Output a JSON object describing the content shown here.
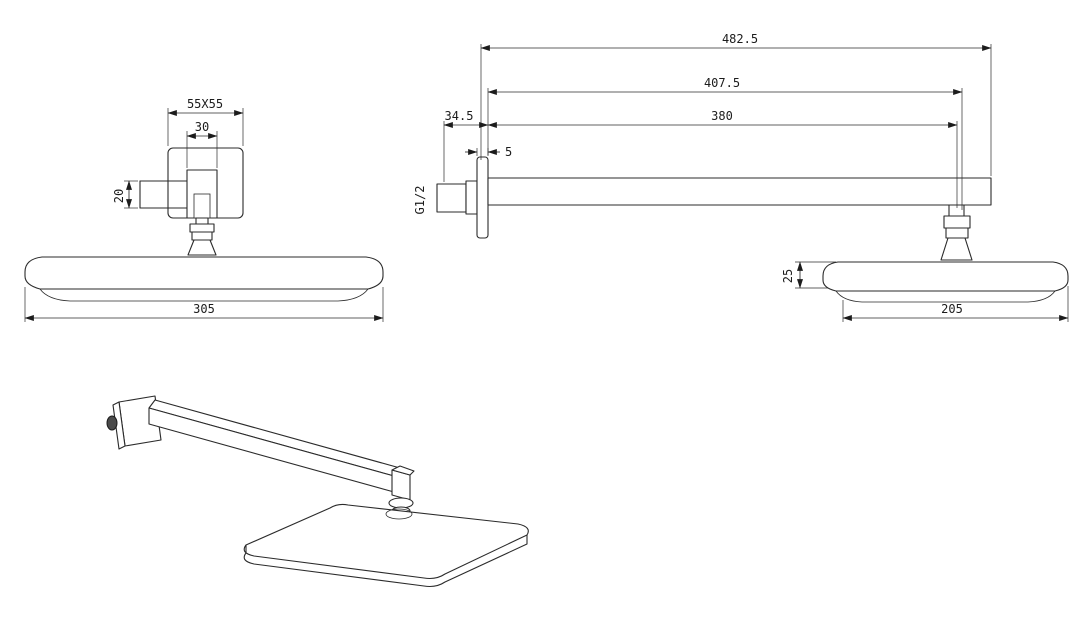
{
  "meta": {
    "background": "#ffffff",
    "line_color": "#2b2b2b",
    "drawing_type": "shower head with wall arm - dimensioned technical drawing"
  },
  "front_view": {
    "name": "front-view",
    "dims": {
      "plate": "55X55",
      "inner_width": "30",
      "arm_height": "20",
      "head_width": "305"
    }
  },
  "side_view": {
    "name": "side-view",
    "dims": {
      "overall_length": "482.5",
      "to_joint_length": "407.5",
      "arm_length": "380",
      "thread_length": "34.5",
      "flange_thickness": "5",
      "thread_size": "G1/2",
      "head_height": "25",
      "head_depth": "205"
    }
  },
  "iso_view": {
    "name": "isometric-view"
  }
}
